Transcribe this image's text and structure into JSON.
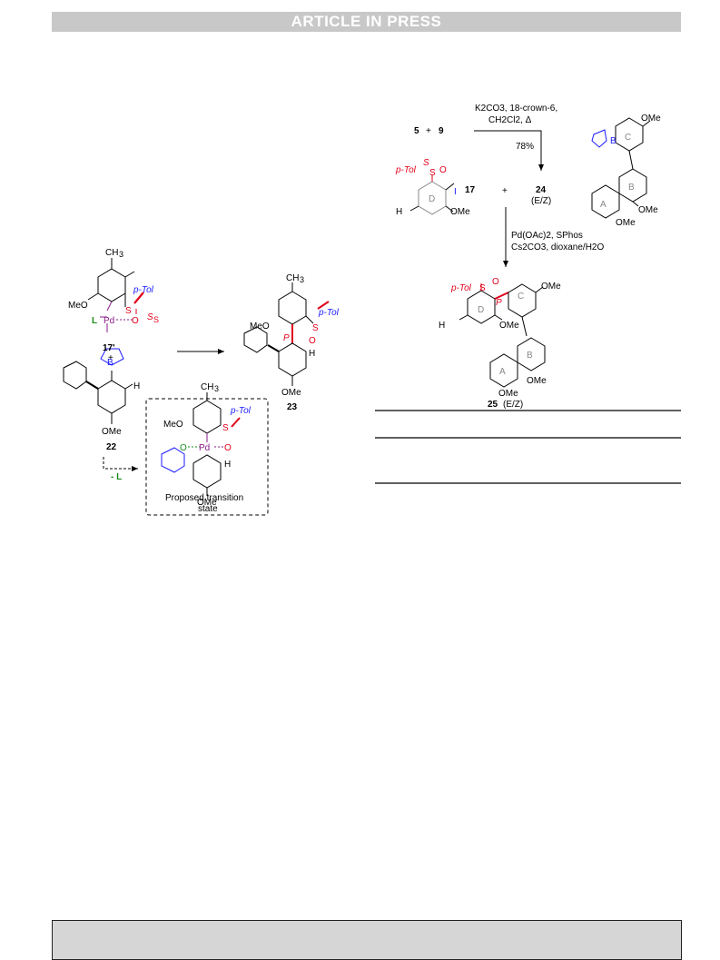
{
  "header": {
    "banner_text": "ARTICLE IN PRESS"
  },
  "colors": {
    "red": "#e0001a",
    "blue": "#1a1aff",
    "purple": "#8a1a8a",
    "green": "#1a8a1a",
    "grey": "#888888"
  },
  "left_scheme": {
    "cmpd_17p": "17'",
    "plus": "+",
    "cmpd_22": "22",
    "cmpd_23": "23",
    "minus_L": "- L",
    "ts_caption_1": "Proposed transition",
    "ts_caption_2": "state",
    "labels": {
      "ch3": "CH",
      "ch3_sub": "3",
      "meo": "MeO",
      "ome": "OMe",
      "ptol": "p-Tol",
      "S": "S",
      "O": "O",
      "Pd": "Pd",
      "L": "L",
      "I": "I",
      "B": "B",
      "H": "H",
      "P": "P",
      "Ss": "S",
      "Ss_sub": "S"
    }
  },
  "right_scheme": {
    "reagents_top_1": "K",
    "reagents_top_full_1": "K2CO3, 18-crown-6,",
    "reagents_top_full_2": "CH2Cl2, Δ",
    "yield": "78%",
    "cmpd_5": "5",
    "plus_1": "+",
    "cmpd_9": "9",
    "cmpd_17": "17",
    "plus_2": "+",
    "cmpd_24": "24",
    "ez_24": "(E/Z)",
    "reagents_bottom_1": "Pd(OAc)2, SPhos",
    "reagents_bottom_2": "Cs2CO3, dioxane/H2O",
    "cmpd_25": "25",
    "ez_25": "(E/Z)",
    "ring_labels": {
      "A": "A",
      "B": "B",
      "C": "C",
      "D": "D"
    },
    "labels": {
      "ome": "OMe",
      "h3c": "H",
      "ptol": "p-Tol",
      "I": "I",
      "B": "B",
      "O": "O",
      "S": "S",
      "P": "P",
      "Ss": "S"
    }
  }
}
